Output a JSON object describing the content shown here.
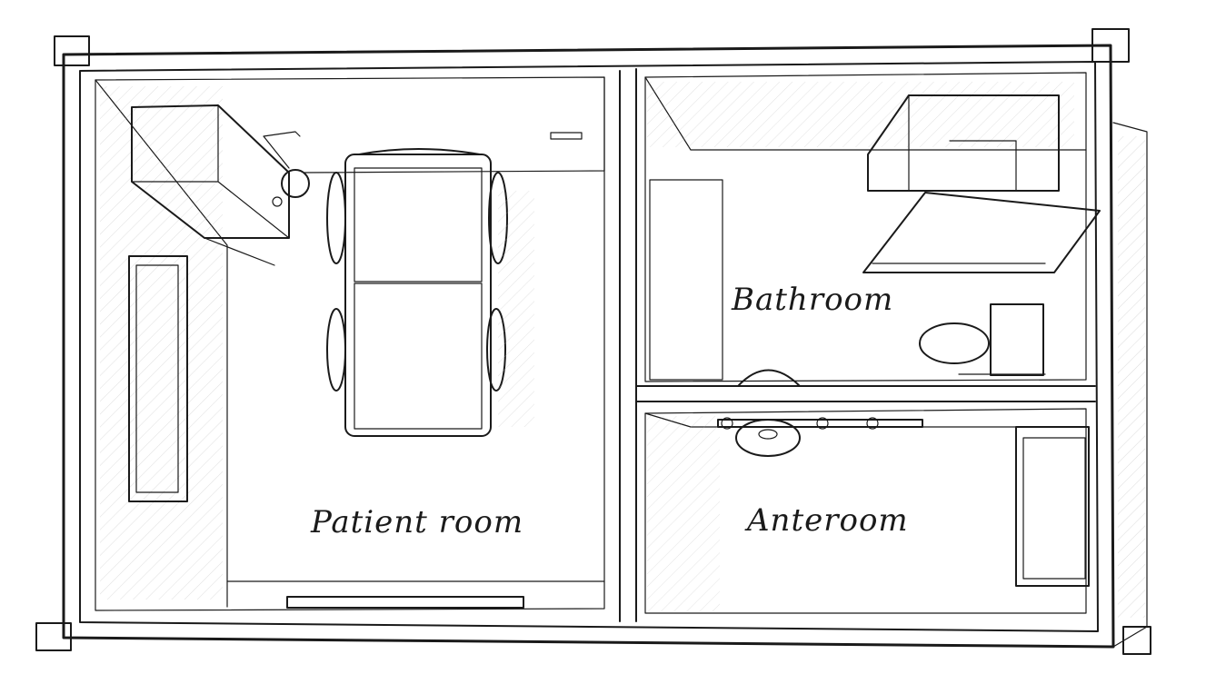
{
  "labels": {
    "patient_room": "Patient room",
    "bathroom": "Bathroom",
    "anteroom": "Anteroom"
  },
  "colors": {
    "ink": "#1a1a1a",
    "hatch": "#9a9a9a",
    "paper": "#ffffff"
  }
}
